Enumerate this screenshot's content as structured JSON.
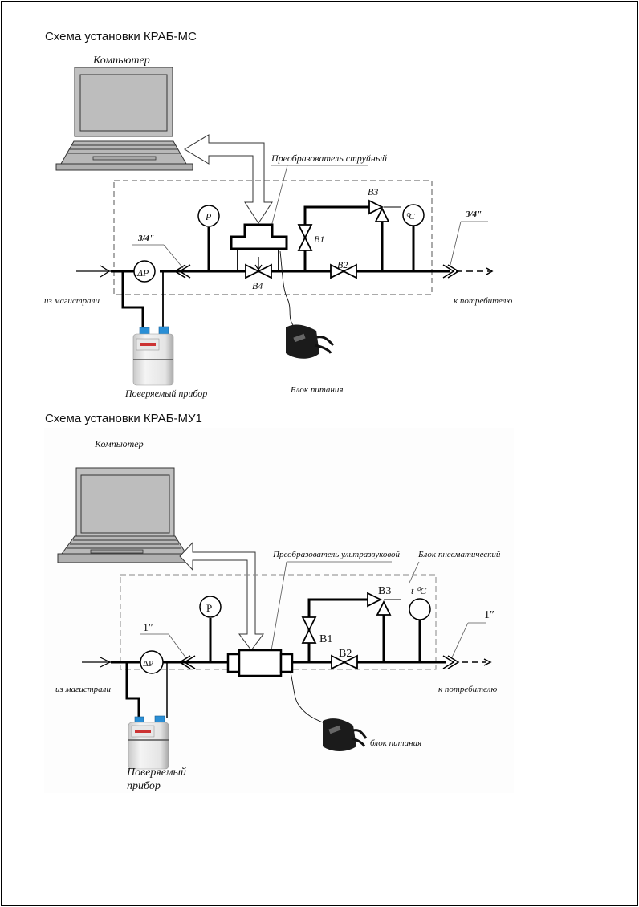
{
  "page": {
    "section1": {
      "heading": "Схема установки КРАБ-МС",
      "computer_label": "Компьютер",
      "transducer_label": "Преобразователь струйный",
      "valve_labels": {
        "b1": "В1",
        "b2": "В2",
        "b3": "В3",
        "b4": "В4"
      },
      "pressure_gauge": "P",
      "diff_pressure": "ΔP",
      "temperature": "⁰C",
      "inlet_size": "3/4\"",
      "outlet_size": "3/4\"",
      "inlet_label": "из магистрали",
      "outlet_label": "к потребителю",
      "meter_label": "Поверяемый прибор",
      "power_label": "Блок питания"
    },
    "section2": {
      "heading": "Схема установки КРАБ-МУ1",
      "computer_label": "Компьютер",
      "transducer_label": "Преобразователь ультразвуковой",
      "pneumatic_label": "Блок пневматический",
      "valve_labels": {
        "b1": "В1",
        "b2": "В2",
        "b3": "В3"
      },
      "pressure_gauge": "P",
      "diff_pressure": "ΔP",
      "temperature": "t ⁰C",
      "inlet_size": "1″",
      "outlet_size": "1″",
      "inlet_label": "из магистрали",
      "outlet_label": "к потребителю",
      "meter_label_line1": "Поверяемый",
      "meter_label_line2": "прибор",
      "power_label": "блок питания"
    }
  }
}
